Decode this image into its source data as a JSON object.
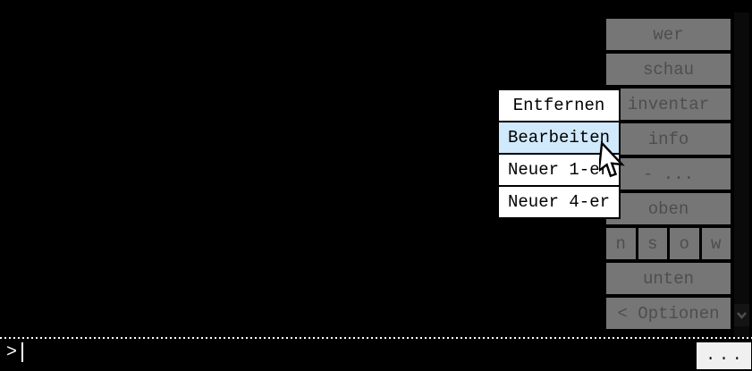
{
  "terminal": {
    "prompt": ">"
  },
  "sidebar": {
    "buttons": [
      {
        "label": "wer"
      },
      {
        "label": "schau"
      },
      {
        "label": "inventar"
      },
      {
        "label": "info"
      },
      {
        "label": "- ..."
      },
      {
        "label": "oben"
      }
    ],
    "compass": [
      {
        "label": "n"
      },
      {
        "label": "s"
      },
      {
        "label": "o"
      },
      {
        "label": "w"
      }
    ],
    "lower_buttons": [
      {
        "label": "unten"
      },
      {
        "label": "< Optionen"
      }
    ]
  },
  "context_menu": {
    "items": [
      {
        "label": "Entfernen",
        "highlighted": false
      },
      {
        "label": "Bearbeiten",
        "highlighted": true
      },
      {
        "label": "Neuer 1-er",
        "highlighted": false
      },
      {
        "label": "Neuer 4-er",
        "highlighted": false
      }
    ]
  },
  "input_bar": {
    "prompt": ">",
    "more_button_label": "..."
  },
  "icons": {
    "scroll_down": "chevron-down-icon",
    "cursor": "arrow-pointer"
  },
  "colors": {
    "terminal_bg": "#000000",
    "button_bg": "#767676",
    "button_text": "#4e4e4e",
    "menu_bg": "#ffffff",
    "menu_text": "#000000",
    "menu_highlight": "#d0e9fb",
    "prompt_color": "#ffffff",
    "more_button_bg": "#f0f0f0"
  }
}
